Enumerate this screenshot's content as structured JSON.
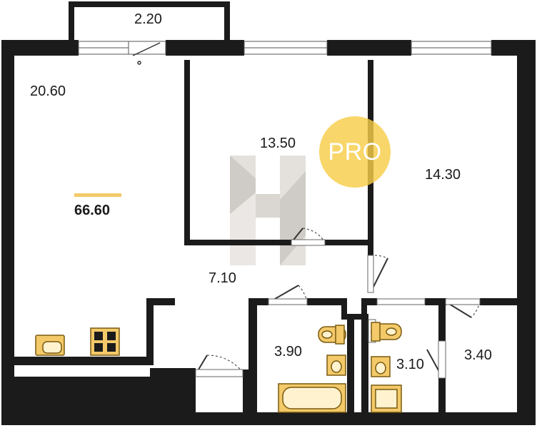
{
  "rooms": {
    "balcony": "2.20",
    "living": "20.60",
    "bedroom_1": "13.50",
    "bedroom_2": "14.30",
    "hall": "7.10",
    "bathroom": "3.90",
    "toilet": "3.10",
    "storage": "3.40"
  },
  "total_area": "66.60",
  "badge": "PRO",
  "colors": {
    "wall": "#1b1b1b",
    "fixture_fill": "#f3c969",
    "fixture_stroke": "#7a5a10",
    "badge": "#f7cd48",
    "watermark": "#b9b4ad"
  }
}
